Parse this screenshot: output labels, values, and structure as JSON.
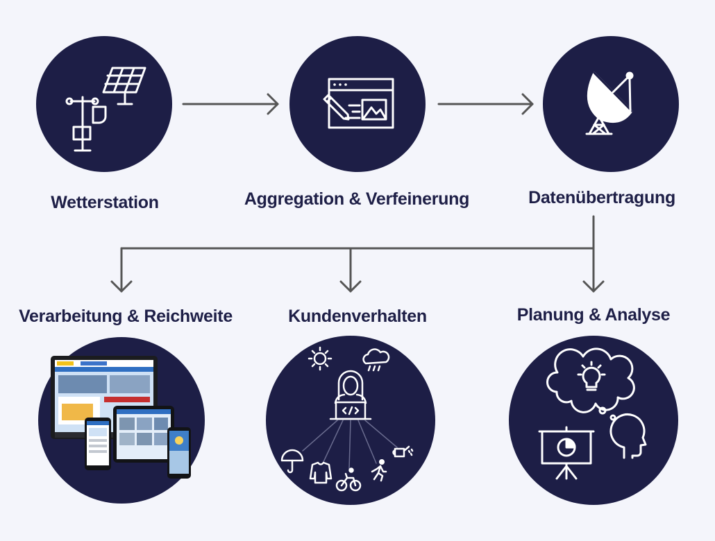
{
  "colors": {
    "background": "#f4f5fb",
    "circle": "#1d1e46",
    "connector": "#555555",
    "label": "#1e1f47",
    "icon": "#ffffff",
    "screen_accent": "#3b73c9"
  },
  "nodes": {
    "weather_station": {
      "label": "Wetterstation",
      "icon": "weather-station-solar-icon"
    },
    "aggregation": {
      "label": "Aggregation & Verfeinerung",
      "icon": "edit-document-icon"
    },
    "transmission": {
      "label": "Datenübertragung",
      "icon": "satellite-dish-icon"
    },
    "processing": {
      "label": "Verarbeitung & Reichweite",
      "icon": "devices-icon"
    },
    "customer": {
      "label": "Kundenverhalten",
      "icon": "customer-behavior-icon"
    },
    "planning": {
      "label": "Planung & Analyse",
      "icon": "planning-analysis-icon"
    }
  }
}
